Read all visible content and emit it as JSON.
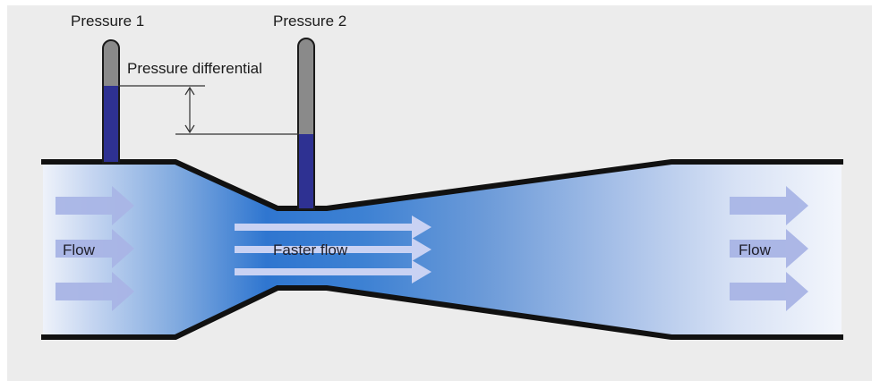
{
  "labels": {
    "pressure_1": "Pressure 1",
    "pressure_2": "Pressure 2",
    "pressure_differential": "Pressure differential",
    "flow_left": "Flow",
    "faster_flow": "Faster flow",
    "flow_right": "Flow"
  },
  "colors": {
    "background_panel": "#ececec",
    "pipe_outline": "#111111",
    "fluid_light": "#dfe7f6",
    "fluid_mid": "#6f9dd6",
    "fluid_deep": "#2f76d0",
    "arrow_fill": "#a9b5e6",
    "faster_arrow_fill": "#c9d2f3",
    "tube_mercury": "#2e3192",
    "tube_gray": "#8a8a8a"
  }
}
